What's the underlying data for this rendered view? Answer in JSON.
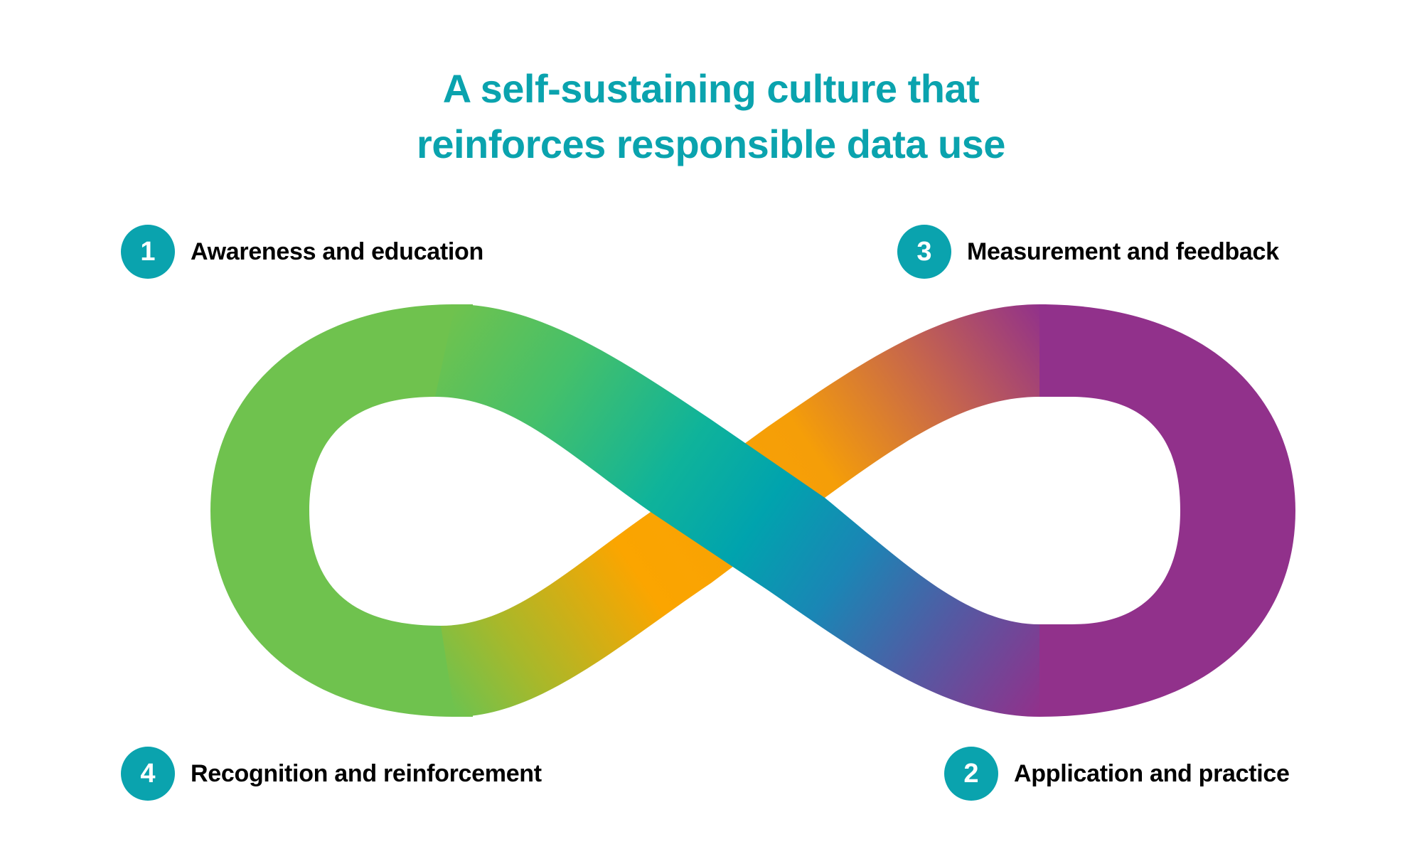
{
  "title": {
    "line1": "A self-sustaining culture that",
    "line2": "reinforces responsible data use",
    "color": "#0aa3ae"
  },
  "stages": [
    {
      "number": "1",
      "label": "Awareness and education",
      "position": "top-left"
    },
    {
      "number": "2",
      "label": "Application and practice",
      "position": "bottom-right"
    },
    {
      "number": "3",
      "label": "Measurement and feedback",
      "position": "top-right"
    },
    {
      "number": "4",
      "label": "Recognition and reinforcement",
      "position": "bottom-left"
    }
  ],
  "badge_color": "#0aa3ae",
  "infinity_loop": {
    "icon": "infinity-loop",
    "colors": {
      "green": "#6fc24e",
      "teal": "#00a5ad",
      "blue": "#1a86b5",
      "orange": "#fba500",
      "purple": "#91318b"
    }
  }
}
